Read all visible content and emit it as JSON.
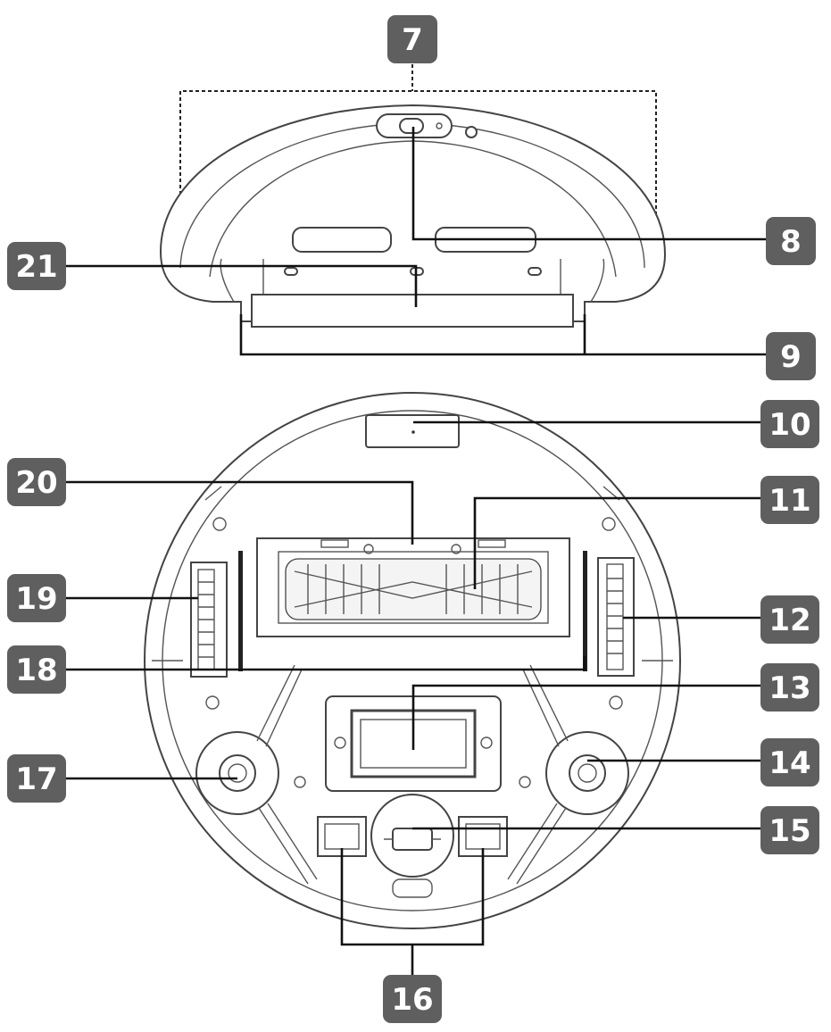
{
  "callouts": [
    {
      "id": "c7",
      "label": "7"
    },
    {
      "id": "c8",
      "label": "8"
    },
    {
      "id": "c9",
      "label": "9"
    },
    {
      "id": "c10",
      "label": "10"
    },
    {
      "id": "c11",
      "label": "11"
    },
    {
      "id": "c12",
      "label": "12"
    },
    {
      "id": "c13",
      "label": "13"
    },
    {
      "id": "c14",
      "label": "14"
    },
    {
      "id": "c15",
      "label": "15"
    },
    {
      "id": "c16",
      "label": "16"
    },
    {
      "id": "c17",
      "label": "17"
    },
    {
      "id": "c18",
      "label": "18"
    },
    {
      "id": "c19",
      "label": "19"
    },
    {
      "id": "c20",
      "label": "20"
    },
    {
      "id": "c21",
      "label": "21"
    }
  ]
}
